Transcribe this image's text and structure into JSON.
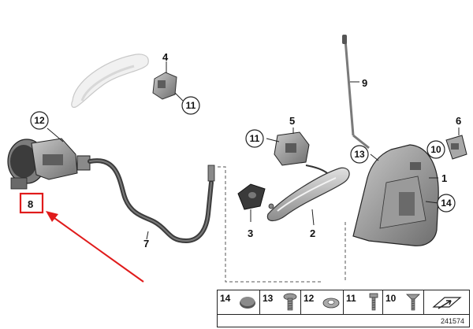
{
  "callouts": {
    "c1": "1",
    "c2": "2",
    "c3": "3",
    "c4": "4",
    "c5": "5",
    "c6": "6",
    "c7": "7",
    "c8": "8",
    "c9": "9",
    "c10a": "10",
    "c11a": "11",
    "c11b": "11",
    "c12": "12",
    "c13": "13",
    "c14": "14"
  },
  "legend": {
    "items": [
      {
        "number": "14",
        "icon": "plug-cap-icon"
      },
      {
        "number": "13",
        "icon": "torx-screw-icon"
      },
      {
        "number": "12",
        "icon": "washer-icon"
      },
      {
        "number": "11",
        "icon": "bolt-icon"
      },
      {
        "number": "10",
        "icon": "countersunk-screw-icon"
      },
      {
        "number": "",
        "icon": "diagram-reference-arrow-icon"
      }
    ],
    "reference": "241574"
  },
  "colors": {
    "highlight": "#e01b1b",
    "line": "#222222",
    "part_fill": "#8a8a8a",
    "part_light": "#d4d4d4"
  }
}
